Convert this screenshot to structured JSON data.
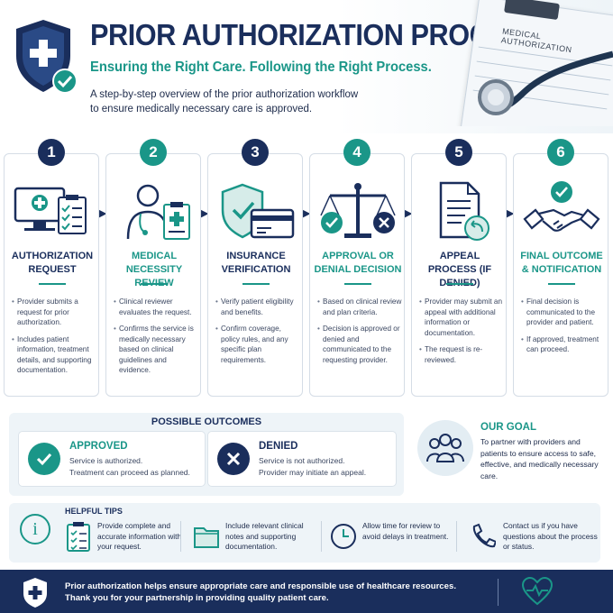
{
  "header": {
    "title": "PRIOR AUTHORIZATION PROCESS",
    "subtitle": "Ensuring the Right Care.  Following the Right Process.",
    "description": "A step-by-step overview of the prior authorization workflow to ensure medically necessary care is approved.",
    "clipboard_label": "MEDICAL AUTHORIZATION"
  },
  "colors": {
    "navy": "#1a2e5c",
    "teal": "#1a9688"
  },
  "steps": [
    {
      "number": "1",
      "title": "AUTHORIZATION REQUEST",
      "color": "#1a2e5c",
      "icon": "computer-clipboard-icon",
      "bullets": [
        "Provider submits a request for prior authorization.",
        "Includes patient information, treatment details, and supporting documentation."
      ]
    },
    {
      "number": "2",
      "title": "MEDICAL NECESSITY REVIEW",
      "color": "#1a9688",
      "icon": "clinician-icon",
      "bullets": [
        "Clinical reviewer evaluates the request.",
        "Confirms the service is medically necessary based on clinical guidelines and evidence."
      ]
    },
    {
      "number": "3",
      "title": "INSURANCE VERIFICATION",
      "color": "#1a2e5c",
      "icon": "shield-card-icon",
      "bullets": [
        "Verify patient eligibility and benefits.",
        "Confirm coverage, policy rules, and any specific plan requirements."
      ]
    },
    {
      "number": "4",
      "title": "APPROVAL OR DENIAL DECISION",
      "color": "#1a9688",
      "icon": "scales-icon",
      "bullets": [
        "Based on clinical review and plan criteria.",
        "Decision is approved or denied and communicated to the requesting provider."
      ]
    },
    {
      "number": "5",
      "title": "APPEAL PROCESS (IF DENIED)",
      "color": "#1a2e5c",
      "icon": "document-return-icon",
      "bullets": [
        "Provider may submit an appeal with additional information or documentation.",
        "The request is re-reviewed."
      ]
    },
    {
      "number": "6",
      "title": "FINAL OUTCOME & NOTIFICATION",
      "color": "#1a9688",
      "icon": "handshake-icon",
      "bullets": [
        "Final decision is communicated to the provider and patient.",
        "If approved, treatment can proceed."
      ]
    }
  ],
  "outcomes": {
    "title": "POSSIBLE OUTCOMES",
    "approved": {
      "label": "APPROVED",
      "line1": "Service is authorized.",
      "line2": "Treatment can proceed as planned."
    },
    "denied": {
      "label": "DENIED",
      "line1": "Service is not authorized.",
      "line2": "Provider may initiate an appeal."
    }
  },
  "goal": {
    "title": "OUR GOAL",
    "text": "To partner with providers and patients to ensure access to safe, effective, and medically necessary care."
  },
  "tips": {
    "title": "HELPFUL TIPS",
    "items": [
      {
        "icon": "checklist-icon",
        "text": "Provide complete and accurate information with your request."
      },
      {
        "icon": "folder-icon",
        "text": "Include relevant clinical notes and supporting documentation."
      },
      {
        "icon": "clock-icon",
        "text": "Allow time for review to avoid delays in treatment."
      },
      {
        "icon": "phone-icon",
        "text": "Contact us if you have questions about the process or status."
      }
    ]
  },
  "footer": {
    "line1": "Prior authorization helps ensure appropriate care and responsible use of healthcare resources.",
    "line2": "Thank you for your partnership in providing quality patient care."
  }
}
